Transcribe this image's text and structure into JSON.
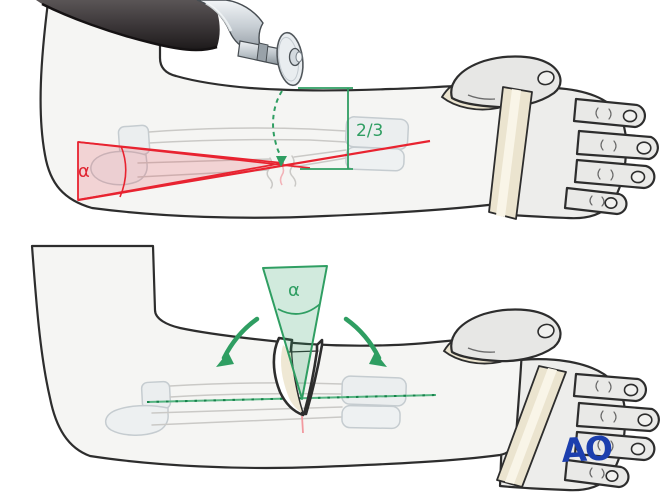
{
  "figure": {
    "description_visible_text_only": true,
    "top_panel": {
      "angle_label": "α",
      "fraction_label": "2/3"
    },
    "bottom_panel": {
      "angle_label": "α"
    },
    "logo": {
      "text": "AO"
    },
    "icons": {
      "saw": "oscillating-saw-icon",
      "dashed_arrow": "down-dashed-arrow-icon",
      "rotation_left": "curved-arrow-down-left-icon",
      "rotation_right": "curved-arrow-down-right-icon"
    },
    "colors": {
      "annotation_red": "#e82330",
      "annotation_red_fill": "rgba(232,35,48,0.16)",
      "annotation_green": "#2f9e62",
      "annotation_green_fill": "rgba(47,158,98,0.22)",
      "fracture_pink": "#f2999f",
      "logo_blue": "#1c3fae",
      "skin_fill": "#f5f5f3",
      "hand_fill": "#e9e9e7",
      "outline_dark": "#2d2d2d",
      "bone_gray": "#a8a6a3",
      "bone_block_fill": "#e3e9ed",
      "strap_beige": "#ebe4cf",
      "saw_body_dark": "#3f3a3c",
      "saw_silver": "#ccd3d9"
    }
  }
}
